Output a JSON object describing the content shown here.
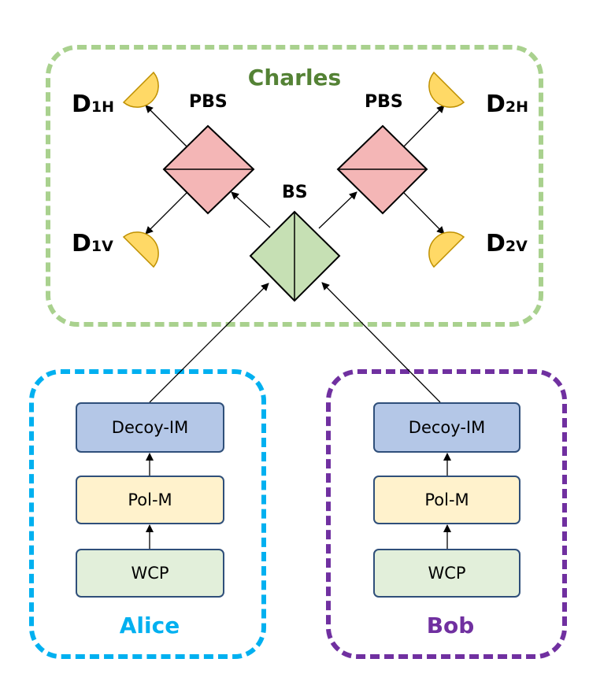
{
  "groups": {
    "charles": {
      "title": "Charles",
      "color": "#548235"
    },
    "alice": {
      "title": "Alice",
      "color": "#00b0f0"
    },
    "bob": {
      "title": "Bob",
      "color": "#7030a0"
    }
  },
  "optics": {
    "pbs_left": "PBS",
    "pbs_right": "PBS",
    "bs": "BS"
  },
  "detectors": {
    "d1h": {
      "main": "D",
      "sub": "1H"
    },
    "d1v": {
      "main": "D",
      "sub": "1V"
    },
    "d2h": {
      "main": "D",
      "sub": "2H"
    },
    "d2v": {
      "main": "D",
      "sub": "2V"
    }
  },
  "alice_chain": {
    "decoy": "Decoy-IM",
    "pol": "Pol-M",
    "source": "WCP"
  },
  "bob_chain": {
    "decoy": "Decoy-IM",
    "pol": "Pol-M",
    "source": "WCP"
  },
  "colors": {
    "pbs_fill": "#f4b6b6",
    "bs_fill": "#c6e0b4",
    "detector_fill": "#ffd966",
    "detector_stroke": "#bf9000"
  }
}
